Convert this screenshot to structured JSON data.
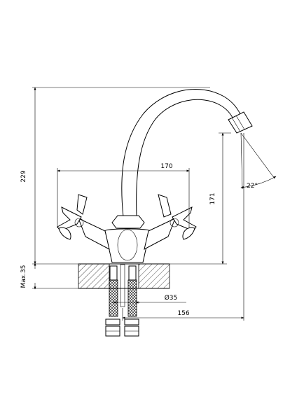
{
  "dimensions": {
    "height_total": "229",
    "handle_span": "170",
    "spout_height": "171",
    "spout_angle": "22°",
    "counter_thickness": "Max.35",
    "mount_hole": "Ø35",
    "spout_reach": "156"
  }
}
